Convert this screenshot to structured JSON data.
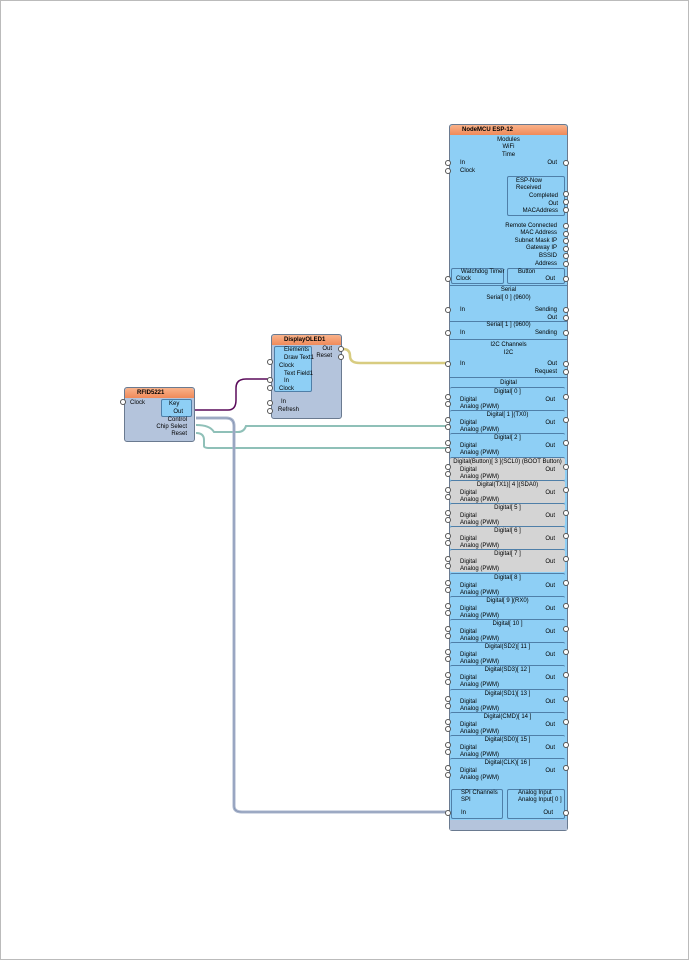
{
  "rfid": {
    "title": "RFID5221",
    "clock": "Clock",
    "key": "Key",
    "out": "Out",
    "control": "Control",
    "chip_select": "Chip Select",
    "reset": "Reset"
  },
  "oled": {
    "title": "DisplayOLED1",
    "elements": "Elements",
    "draw_text": "Draw Text1",
    "clock1": "Clock",
    "text_field": "Text Field1",
    "in1": "In",
    "clock2": "Clock",
    "out": "Out",
    "reset": "Reset",
    "in2": "In",
    "refresh": "Refresh"
  },
  "mcu": {
    "title": "NodeMCU ESP-12",
    "modules": "Modules",
    "wifi": "WiFi",
    "time": "Time",
    "time_in": "In",
    "time_out": "Out",
    "time_clock": "Clock",
    "espnow": "ESP-Now",
    "received": "Received",
    "completed": "Completed",
    "esp_out": "Out",
    "macaddress": "MACAddress",
    "remote_connected": "Remote Connected",
    "mac_address": "MAC Address",
    "subnet": "Subnet Mask IP",
    "gateway": "Gateway IP",
    "bssid": "BSSID",
    "address": "Address",
    "watchdog": "Watchdog Timer",
    "wd_clock": "Clock",
    "button": "Button",
    "btn_out": "Out",
    "serial": "Serial",
    "serial0": "Serial[ 0 ] (9600)",
    "s0_in": "In",
    "s0_sending": "Sending",
    "s0_out": "Out",
    "serial1": "Serial[ 1 ] (9600)",
    "s1_in": "In",
    "s1_sending": "Sending",
    "i2c_channels": "I2C Channels",
    "i2c": "I2C",
    "i2c_in": "In",
    "i2c_out": "Out",
    "i2c_request": "Request",
    "digital": "Digital",
    "pin_digital": "Digital",
    "pin_analog": "Analog (PWM)",
    "pin_out": "Out",
    "channels": [
      {
        "label": "Digital[ 0 ]",
        "disabled": false
      },
      {
        "label": "Digital[ 1 ](TX0)",
        "disabled": false
      },
      {
        "label": "Digital[ 2 ]",
        "disabled": false
      },
      {
        "label": "Digital(Button)[ 3 ](SCL0) (BOOT Button)",
        "disabled": true
      },
      {
        "label": "Digital(TX1)[ 4 ](SDA0)",
        "disabled": true
      },
      {
        "label": "Digital[ 5 ]",
        "disabled": true
      },
      {
        "label": "Digital[ 6 ]",
        "disabled": true
      },
      {
        "label": "Digital[ 7 ]",
        "disabled": true
      },
      {
        "label": "Digital[ 8 ]",
        "disabled": false
      },
      {
        "label": "Digital[ 9 ](RX0)",
        "disabled": false
      },
      {
        "label": "Digital[ 10 ]",
        "disabled": false
      },
      {
        "label": "Digital(SD2)[ 11 ]",
        "disabled": false
      },
      {
        "label": "Digital(SD3)[ 12 ]",
        "disabled": false
      },
      {
        "label": "Digital(SD1)[ 13 ]",
        "disabled": false
      },
      {
        "label": "Digital(CMD)[ 14 ]",
        "disabled": false
      },
      {
        "label": "Digital(SD0)[ 15 ]",
        "disabled": false
      },
      {
        "label": "Digital(CLK)[ 16 ]",
        "disabled": false
      }
    ],
    "spi_channels": "SPI Channels",
    "spi": "SPI",
    "spi_in": "In",
    "analog_input": "Analog Input",
    "analog_input0": "Analog Input[ 0 ]",
    "ai_out": "Out"
  },
  "colors": {
    "wire_purple": "#5a0a5a",
    "wire_yellow": "#d8cc80",
    "wire_teal": "#8fc0b8",
    "wire_blue": "#a8b4cc",
    "header": "#f39a6c",
    "section": "#8ecff5",
    "disabled": "#d4d4d4"
  }
}
